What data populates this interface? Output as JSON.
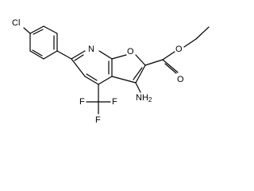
{
  "molecule": {
    "atoms": {
      "chlorine": "Cl",
      "ring_nitrogen": "N",
      "ring_oxygen": "O",
      "ester_carbonyl_oxygen": "O",
      "ester_ether_oxygen": "O",
      "amino_group": "NH",
      "amino_subscript": "2",
      "fluorine_left": "F",
      "fluorine_right": "F",
      "fluorine_bottom": "F"
    }
  }
}
